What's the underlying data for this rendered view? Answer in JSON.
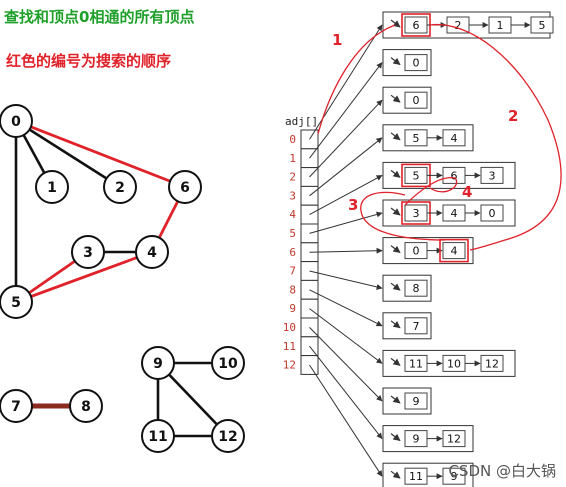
{
  "title": "查找和顶点0相通的所有顶点",
  "subtitle": "红色的编号为搜索的顺序",
  "adj_label": "adj[]",
  "colors": {
    "title": "#1fa02a",
    "accent_red": "#e0222a",
    "index_label": "#c0392b",
    "node_stroke": "#111111",
    "edge_black": "#111111",
    "edge_dark_red": "#8b2a1f",
    "box_stroke": "#333333"
  },
  "graph": {
    "vertices": [
      "0",
      "1",
      "2",
      "3",
      "4",
      "5",
      "6",
      "7",
      "8",
      "9",
      "10",
      "11",
      "12"
    ],
    "edges": [
      {
        "from": "0",
        "to": "1",
        "style": "black"
      },
      {
        "from": "0",
        "to": "2",
        "style": "black"
      },
      {
        "from": "0",
        "to": "5",
        "style": "black"
      },
      {
        "from": "0",
        "to": "6",
        "style": "red"
      },
      {
        "from": "6",
        "to": "4",
        "style": "red"
      },
      {
        "from": "4",
        "to": "5",
        "style": "red"
      },
      {
        "from": "3",
        "to": "5",
        "style": "red"
      },
      {
        "from": "3",
        "to": "4",
        "style": "black"
      },
      {
        "from": "7",
        "to": "8",
        "style": "dark-red"
      },
      {
        "from": "9",
        "to": "10",
        "style": "black"
      },
      {
        "from": "9",
        "to": "11",
        "style": "black"
      },
      {
        "from": "9",
        "to": "12",
        "style": "black"
      },
      {
        "from": "11",
        "to": "12",
        "style": "black"
      }
    ]
  },
  "adjacency": {
    "indices": [
      "0",
      "1",
      "2",
      "3",
      "4",
      "5",
      "6",
      "7",
      "8",
      "9",
      "10",
      "11",
      "12"
    ],
    "lists": [
      [
        "6",
        "2",
        "1",
        "5"
      ],
      [
        "0"
      ],
      [
        "0"
      ],
      [
        "5",
        "4"
      ],
      [
        "5",
        "6",
        "3"
      ],
      [
        "3",
        "4",
        "0"
      ],
      [
        "0",
        "4"
      ],
      [
        "8"
      ],
      [
        "7"
      ],
      [
        "11",
        "10",
        "12"
      ],
      [
        "9"
      ],
      [
        "9",
        "12"
      ],
      [
        "11",
        "9"
      ]
    ]
  },
  "search_order": [
    {
      "label": "1",
      "node": "6"
    },
    {
      "label": "2",
      "node": "4"
    },
    {
      "label": "3",
      "node": "3"
    },
    {
      "label": "4",
      "node": "5"
    }
  ],
  "watermark": "CSDN @白大锅"
}
